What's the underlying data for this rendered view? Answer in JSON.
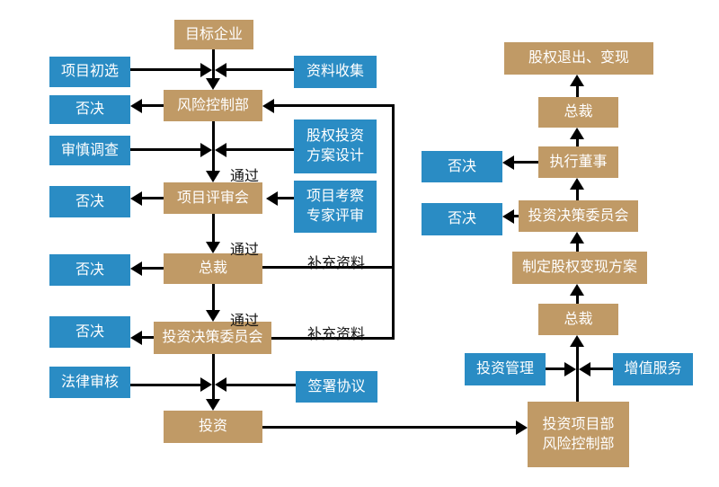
{
  "colors": {
    "process_box": "#C09A66",
    "io_box": "#2A8CC4",
    "connector": "#000000",
    "box_text": "#FFFFFF",
    "label_text": "#111111",
    "background": "#FFFFFF"
  },
  "nodes": {
    "target_company": "目标企业",
    "project_preselection": "项目初选",
    "data_collection": "资料收集",
    "risk_control_dept": "风险控制部",
    "reject_risk": "否决",
    "due_diligence": "审慎调查",
    "equity_plan_design": "股权投资\n方案设计",
    "project_review": "项目评审会",
    "project_inspection": "项目考察\n专家评审",
    "reject_review": "否决",
    "president_main": "总裁",
    "reject_president": "否决",
    "invest_committee_main": "投资决策委员会",
    "reject_committee": "否决",
    "legal_review": "法律审核",
    "sign_agreement": "签署协议",
    "investment": "投资",
    "equity_exit": "股权退出、变现",
    "president_exit": "总裁",
    "executive_director": "执行董事",
    "reject_director": "否决",
    "invest_committee_right": "投资决策委员会",
    "reject_committee_right": "否决",
    "equity_realization_plan": "制定股权变现方案",
    "president_right": "总裁",
    "investment_management": "投资管理",
    "value_added_service": "增值服务",
    "investment_dept": "投资项目部\n风险控制部"
  },
  "edge_labels": {
    "pass_review": "通过",
    "pass_president": "通过",
    "pass_committee": "通过",
    "supplement_president": "补充资料",
    "supplement_committee": "补充资料"
  }
}
